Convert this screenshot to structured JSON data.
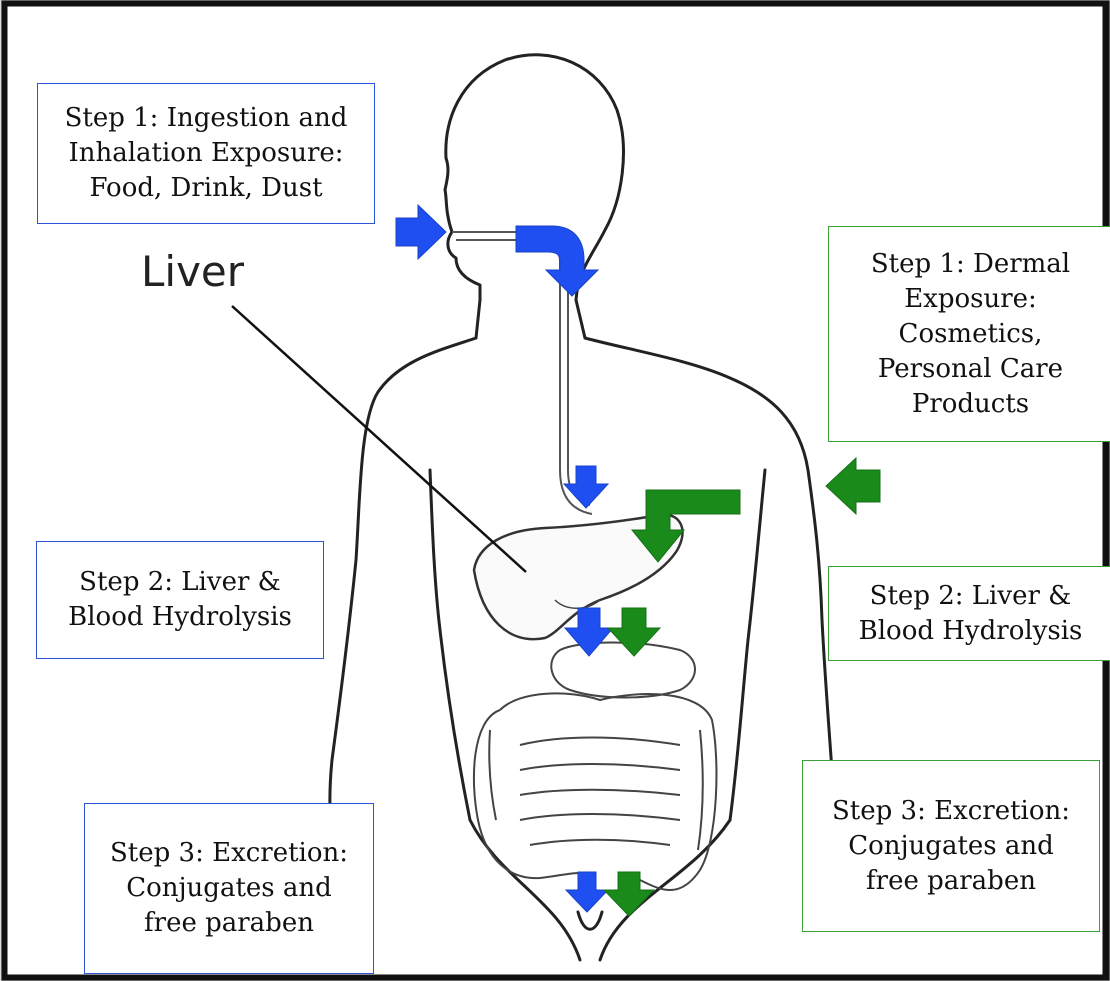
{
  "labels": {
    "liver": "Liver"
  },
  "boxes": {
    "ingestion": [
      "Step 1: Ingestion and",
      "Inhalation Exposure:",
      "Food, Drink, Dust"
    ],
    "dermal": [
      "Step 1: Dermal",
      "Exposure:",
      "Cosmetics,",
      "Personal Care",
      "Products"
    ],
    "liver_blue": [
      "Step 2: Liver &",
      "Blood Hydrolysis"
    ],
    "liver_green": [
      "Step 2: Liver &",
      "Blood Hydrolysis"
    ],
    "excretion_blue": [
      "Step 3: Excretion:",
      "Conjugates and",
      "free paraben"
    ],
    "excretion_green": [
      "Step 3: Excretion:",
      "Conjugates and",
      "free paraben"
    ]
  },
  "colors": {
    "ingestion_pathway": "#1f4ff0",
    "dermal_pathway": "#1a8a1a",
    "blue_border": "#2b54d6",
    "green_border": "#3aa035"
  }
}
